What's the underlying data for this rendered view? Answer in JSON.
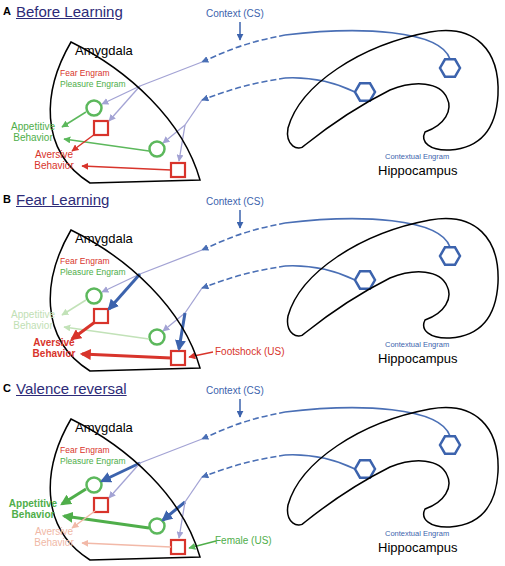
{
  "diagram": {
    "nodes": [
      {
        "text": [
          "Amygdala",
          "Fear Engram",
          "Pleasure Engram"
        ]
      },
      {
        "text": [
          "Contextual Engram",
          "Hippocampus"
        ]
      },
      {
        "text": [
          "Amygdala",
          "Fear Engram",
          "Pleasure Engram"
        ]
      },
      {
        "text": [
          "Contextual Engram",
          "Hippocampus"
        ]
      },
      {
        "text": [
          "Amygdala",
          "Fear Engram",
          "Pleasure Engram"
        ]
      },
      {
        "text": [
          "Contextual Engram",
          "Hippocampus"
        ]
      }
    ],
    "edges": [
      {
        "from": 1,
        "to": 0,
        "arrow": "to"
      },
      {
        "from": 1,
        "to": 0,
        "arrow": "to"
      },
      {
        "from": 3,
        "to": 2,
        "arrow": "to"
      },
      {
        "from": 3,
        "to": 2,
        "arrow": "to"
      },
      {
        "from": 5,
        "to": 4,
        "arrow": "to"
      },
      {
        "from": 5,
        "to": 4,
        "arrow": "to"
      }
    ],
    "labels": [
      "A",
      "Before Learning",
      "Context (CS)",
      "Appetitive Behavior",
      "Aversive Behavior",
      "B",
      "Fear Learning",
      "Context (CS)",
      "Appetitive Behavior",
      "Aversive Behavior",
      "Footshock (US)",
      "C",
      "Valence reversal",
      "Context (CS)",
      "Appetitive Behavior",
      "Aversive Behavior",
      "Female (US)"
    ]
  }
}
